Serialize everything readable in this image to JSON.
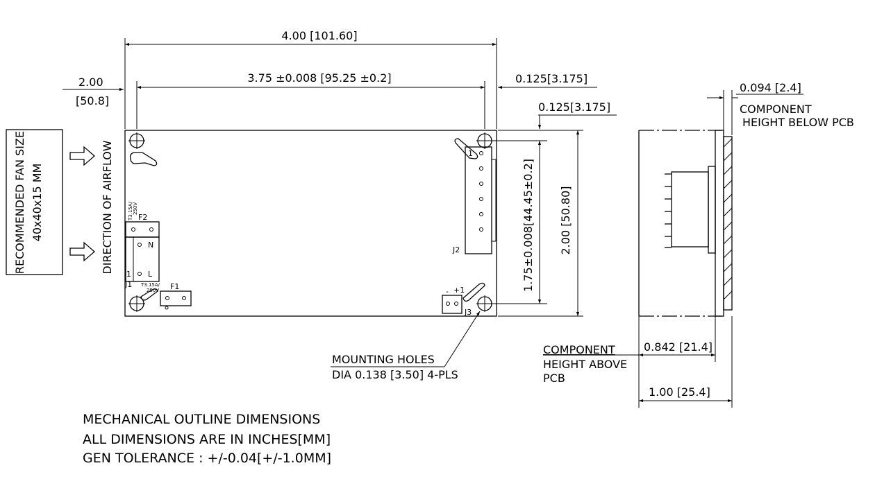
{
  "dimensions": {
    "overall_length": "4.00 [101.60]",
    "hole_spacing_x": "3.75 ±0.008 [95.25 ±0.2]",
    "offset_left_line1": "2.00",
    "offset_left_line2": "[50.8]",
    "edge_offset_x": "0.125[3.175]",
    "edge_offset_y": "0.125[3.175]",
    "hole_spacing_y": "1.75±0.008[44.45±0.2]",
    "overall_width": "2.00 [50.80]",
    "pcb_thickness": "0.094 [2.4]",
    "height_above": "0.842 [21.4]",
    "total_height": "1.00 [25.4]"
  },
  "labels": {
    "fan_size_line1": "RECOMMENDED FAN SIZE",
    "fan_size_line2": "40x40x15 MM",
    "airflow": "DIRECTION OF AIRFLOW",
    "below_line1": "COMPONENT",
    "below_line2": "HEIGHT BELOW PCB",
    "above_line1": "COMPONENT",
    "above_line2": "HEIGHT ABOVE",
    "above_line3": "PCB",
    "holes_line1": "MOUNTING HOLES",
    "holes_line2": "DIA 0.138 [3.50] 4-PLS"
  },
  "board": {
    "f2": "F2",
    "f2_rating_a": "T3.15A/",
    "f2_rating_b": "250V",
    "n": "N",
    "l": "L",
    "pin1_left": "1",
    "j1": "J1",
    "f1_rating_a": "T3.15A/",
    "f1_rating_b": "250V",
    "f1": "F1",
    "j2_pin1": "1",
    "j2": "J2",
    "j3_minus": "-",
    "j3_plus": "+1",
    "j3": "J3"
  },
  "notes": {
    "line1": "MECHANICAL OUTLINE DIMENSIONS",
    "line2": "ALL DIMENSIONS ARE IN INCHES[MM]",
    "line3": "GEN TOLERANCE : +/-0.04[+/-1.0MM]"
  }
}
